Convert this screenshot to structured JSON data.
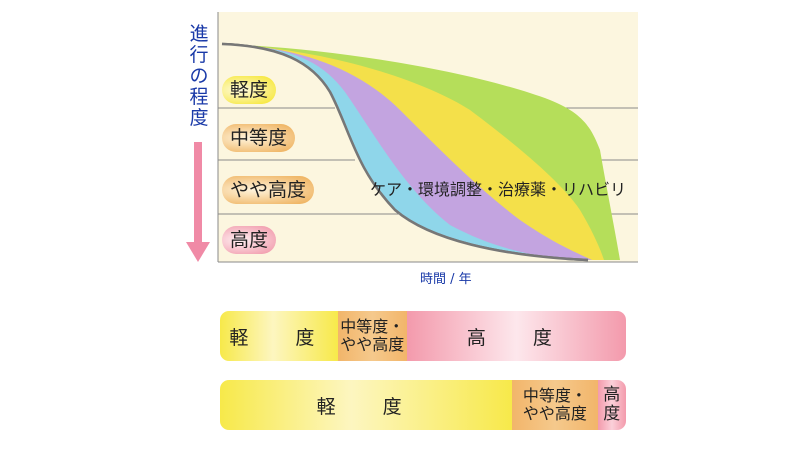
{
  "diagram": {
    "y_axis_label": [
      "進",
      "行",
      "の",
      "程",
      "度"
    ],
    "x_axis_label": "時間 / 年",
    "stage_badges": [
      "軽度",
      "中等度",
      "やや高度",
      "高度"
    ],
    "care_label": "ケア・環境調整・治療薬・リハビリ",
    "colors": {
      "plot_bg": "#fcf6df",
      "gridline": "#8a8a8a",
      "green_band": "#b5de5a",
      "yellow_band": "#f4e04a",
      "purple_band": "#c3a4e0",
      "blue_band": "#8fd6ea",
      "natural_course_line": "#777777",
      "arrow": "#f08aa6"
    }
  },
  "bars": [
    {
      "segments": [
        {
          "label": "軽　度",
          "share": 0.29,
          "color": "yellow"
        },
        {
          "label": "中等度・\nやや高度",
          "share": 0.17,
          "color": "orange"
        },
        {
          "label": "高　度",
          "share": 0.54,
          "color": "pink"
        }
      ]
    },
    {
      "segments": [
        {
          "label": "軽　度",
          "share": 0.72,
          "color": "yellow"
        },
        {
          "label": "中等度・\nやや高度",
          "share": 0.21,
          "color": "orange"
        },
        {
          "label": "高\n度",
          "share": 0.07,
          "color": "pink"
        }
      ]
    }
  ]
}
